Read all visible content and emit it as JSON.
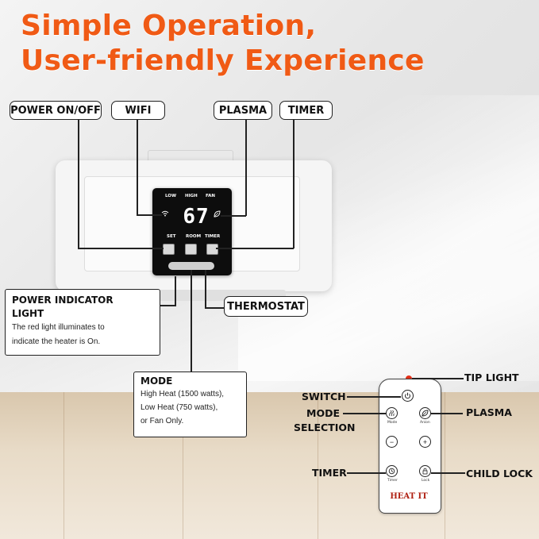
{
  "headline": {
    "line1": "Simple Operation,",
    "line2": "User-friendly Experience"
  },
  "callouts": {
    "power": "POWER ON/OFF",
    "wifi": "WIFI",
    "plasma": "PLASMA",
    "timer": "TIMER",
    "thermostat": "THERMOSTAT"
  },
  "panel": {
    "low": "LOW",
    "high": "HIGH",
    "fan": "FAN",
    "temperature": "67",
    "set": "SET",
    "room": "ROOM",
    "timer": "TIMER"
  },
  "power_indicator": {
    "title_line1": "POWER INDICATOR",
    "title_line2": "LIGHT",
    "desc_line1": "The red light illuminates to",
    "desc_line2": "indicate the heater is On."
  },
  "mode": {
    "title": "MODE",
    "desc_line1": "High Heat (1500 watts),",
    "desc_line2": "Low Heat (750 watts),",
    "desc_line3": "or Fan Only."
  },
  "remote": {
    "tip_light": "TIP LIGHT",
    "switch": "SWITCH",
    "mode_selection_line1": "MODE",
    "mode_selection_line2": "SELECTION",
    "plasma": "PLASMA",
    "timer": "TIMER",
    "child_lock": "CHILD LOCK",
    "btn_mode": "Mode",
    "btn_anion": "Anion",
    "btn_timer": "Timer",
    "btn_lock": "Lock",
    "brand": "HEAT IT"
  },
  "colors": {
    "headline": "#f05a15",
    "tip_light": "#e63018",
    "brand": "#b02214"
  },
  "icons": [
    "wifi-icon",
    "leaf-icon",
    "power-icon",
    "mode-icon",
    "plus-icon",
    "minus-icon",
    "clock-icon",
    "lock-icon"
  ]
}
